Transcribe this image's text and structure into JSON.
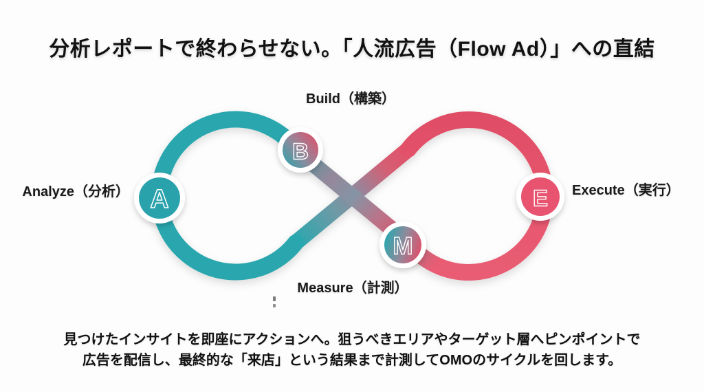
{
  "title": "分析レポートで終わらせない。「人流広告（Flow Ad）」への直結",
  "diagram": {
    "type": "infinity-loop-cycle",
    "nodes": [
      {
        "id": "analyze",
        "letter": "A",
        "label": "Analyze（分析）"
      },
      {
        "id": "build",
        "letter": "B",
        "label": "Build（構築）"
      },
      {
        "id": "measure",
        "letter": "M",
        "label": "Measure（計測）"
      },
      {
        "id": "execute",
        "letter": "E",
        "label": "Execute（実行）"
      }
    ],
    "colors": {
      "teal": "#29a7ae",
      "pink": "#e5536c",
      "pink_dark": "#df4d65",
      "blend_gray": "#8494a4",
      "text": "#111111",
      "background": "#fdfdfd"
    }
  },
  "description": {
    "line1": "見つけたインサイトを即座にアクションへ。狙うべきエリアやターゲット層へピンポイントで",
    "line2": "広告を配信し、最終的な「来店」という結果まで計測してOMOのサイクルを回します。"
  }
}
